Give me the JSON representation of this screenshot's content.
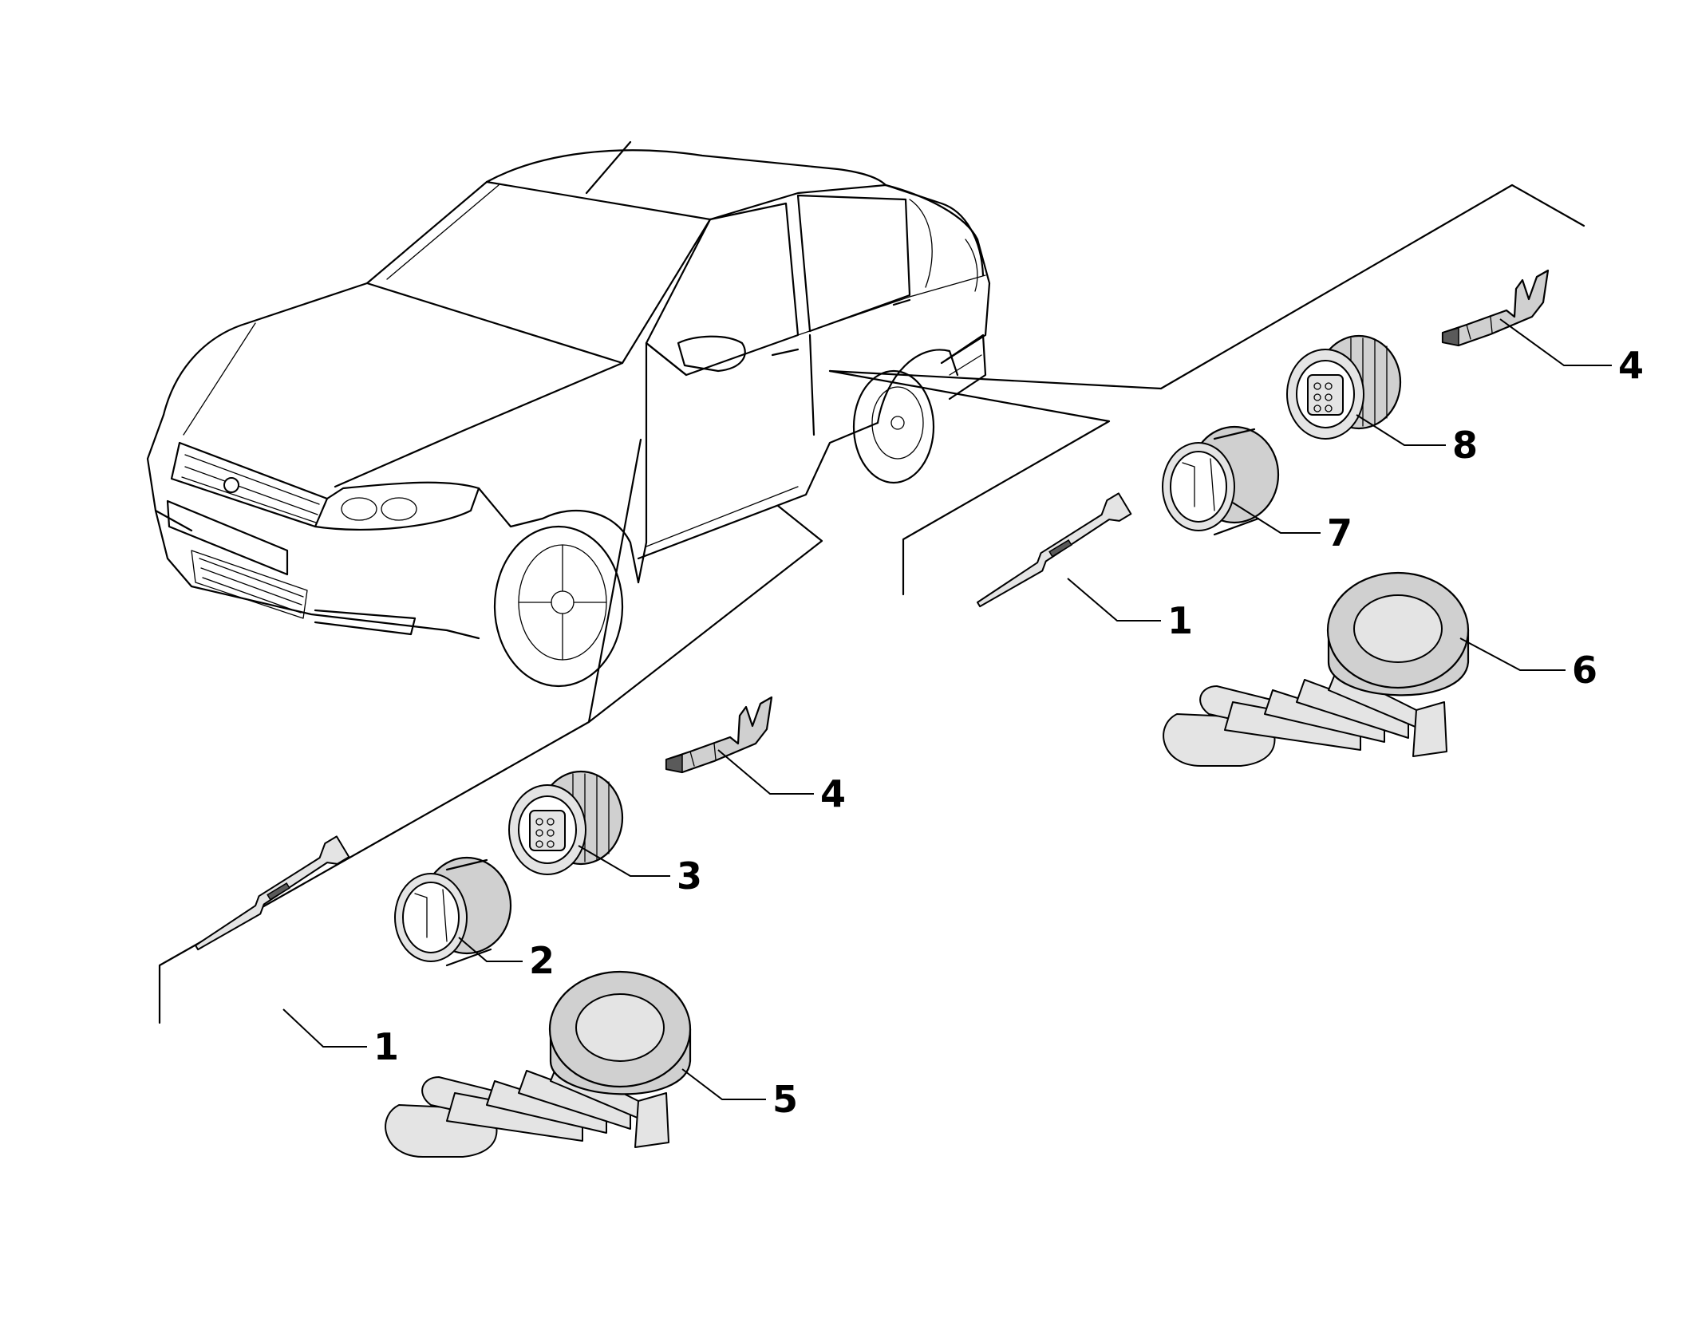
{
  "diagram": {
    "kind": "exploded parts diagram",
    "subject": "car door wiring connectors (left door group and right door group)",
    "groups": [
      {
        "id": "front-door-group",
        "callouts": [
          {
            "label": "1",
            "part_icon": "terminal-pin-icon"
          },
          {
            "label": "2",
            "part_icon": "plug-connector-icon"
          },
          {
            "label": "3",
            "part_icon": "socket-connector-icon"
          },
          {
            "label": "4",
            "part_icon": "crimp-terminal-icon"
          },
          {
            "label": "5",
            "part_icon": "grommet-boot-icon"
          }
        ]
      },
      {
        "id": "rear-door-group",
        "callouts": [
          {
            "label": "1",
            "part_icon": "terminal-pin-icon"
          },
          {
            "label": "7",
            "part_icon": "plug-connector-icon"
          },
          {
            "label": "8",
            "part_icon": "socket-connector-icon"
          },
          {
            "label": "4",
            "part_icon": "crimp-terminal-icon"
          },
          {
            "label": "6",
            "part_icon": "grommet-boot-icon"
          }
        ]
      }
    ]
  }
}
